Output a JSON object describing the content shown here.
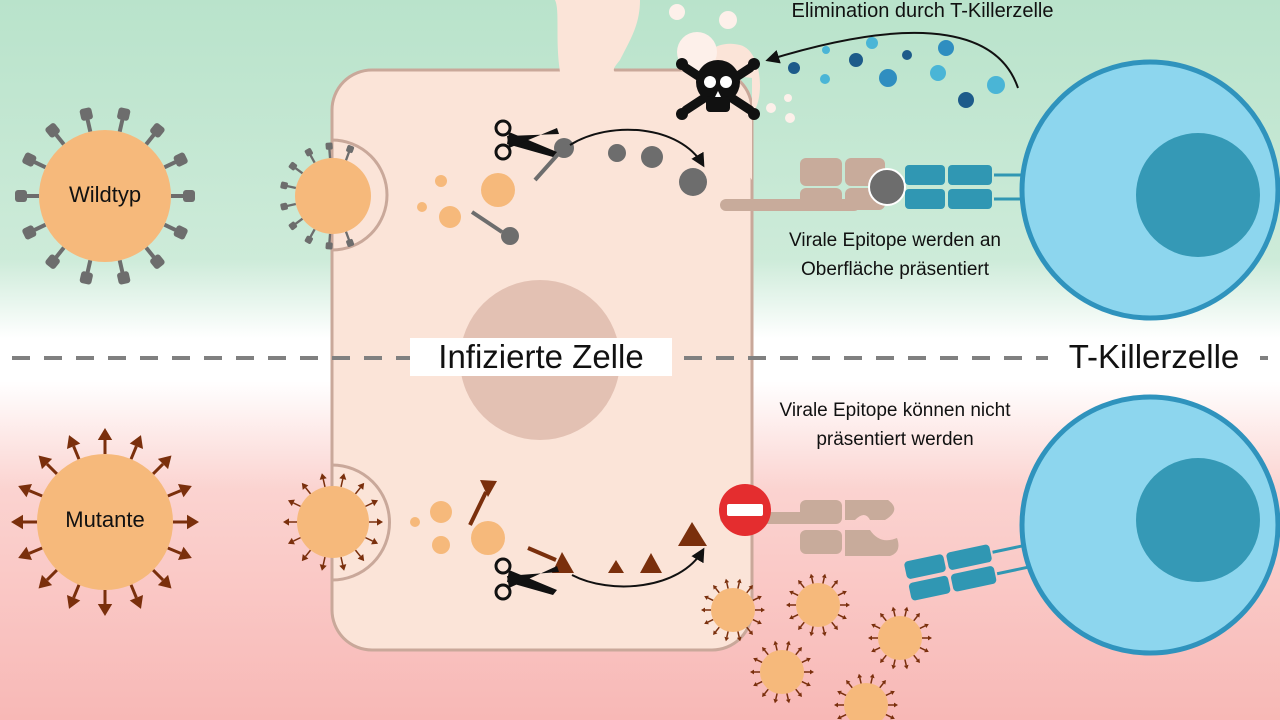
{
  "labels": {
    "wildtype": "Wildtyp",
    "mutant": "Mutante",
    "infected_cell": "Infizierte Zelle",
    "killer_cell": "T-Killerzelle",
    "elimination": "Elimination durch T-Killerzelle",
    "epitopes_presented": "Virale Epitope werden an Oberfläche präsentiert",
    "epitopes_not_presented": "Virale Epitope können nicht präsentiert werden"
  },
  "colors": {
    "top_background": "#b9e3cb",
    "bottom_background": "#f8b8b6",
    "cell_fill": "#fbe4d8",
    "cell_stroke": "#c9a89a",
    "nucleus": "#e3c1b3",
    "virus_body": "#f6b97b",
    "wildtype_spike": "#6d6d6d",
    "mutant_spike": "#7a2f0c",
    "tcell_fill": "#8dd6ee",
    "tcell_stroke": "#2f93bd",
    "tcell_nucleus": "#3599b6",
    "receptor": "#3097b3",
    "mhc": "#c8ab9b",
    "stop_sign": "#e42d2f",
    "divider": "#808080"
  },
  "icons": [
    "skull-crossbones-icon",
    "scissors-icon",
    "no-entry-icon"
  ]
}
